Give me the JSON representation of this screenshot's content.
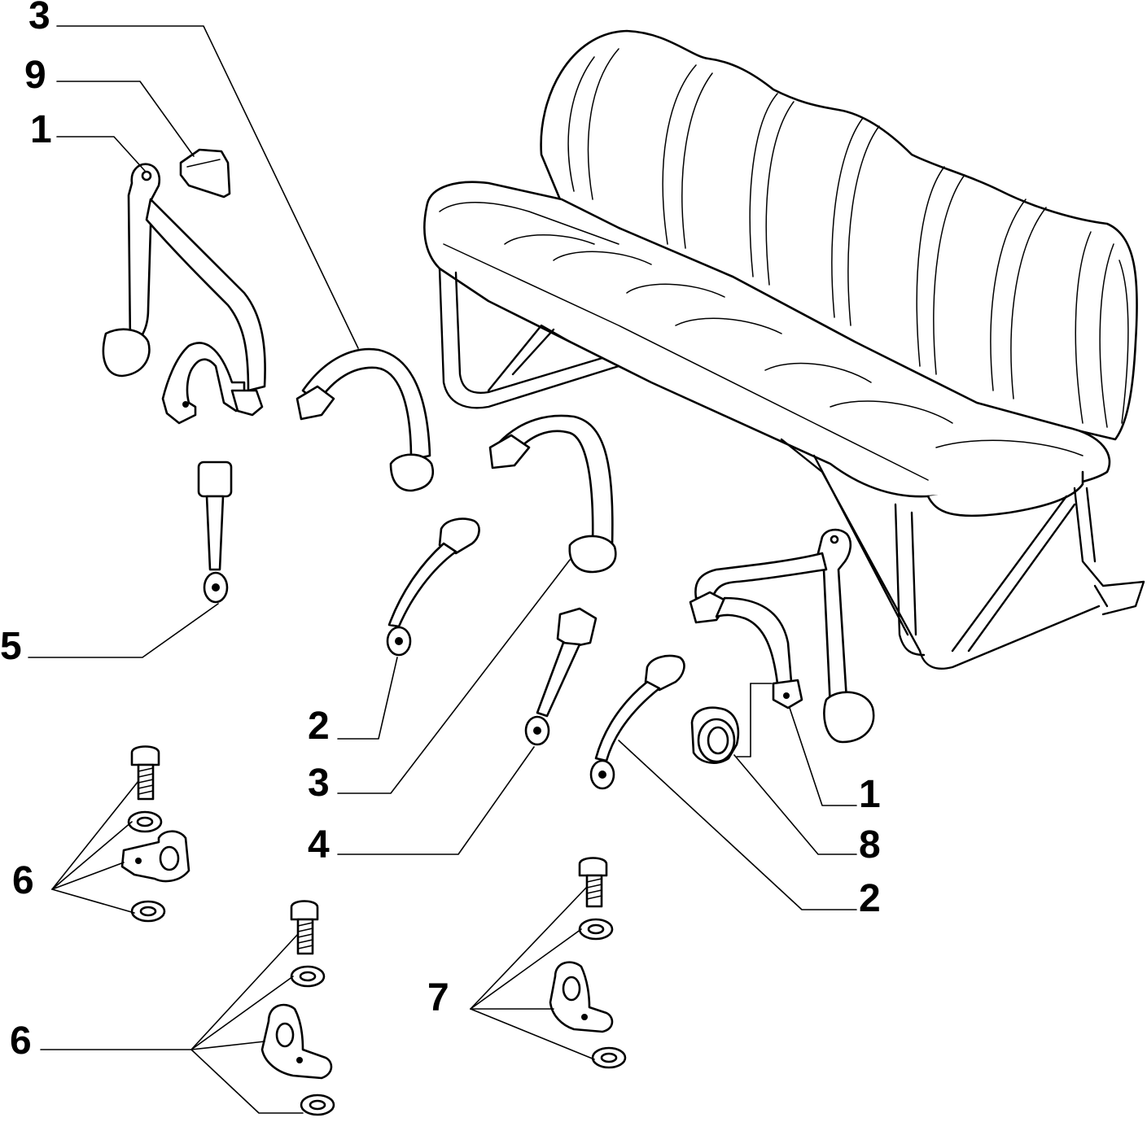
{
  "callouts": [
    {
      "id": "c3-top",
      "text": "3"
    },
    {
      "id": "c9",
      "text": "9"
    },
    {
      "id": "c1-left",
      "text": "1"
    },
    {
      "id": "c5",
      "text": "5"
    },
    {
      "id": "c2-mid",
      "text": "2"
    },
    {
      "id": "c3-mid",
      "text": "3"
    },
    {
      "id": "c4",
      "text": "4"
    },
    {
      "id": "c1-right",
      "text": "1"
    },
    {
      "id": "c8",
      "text": "8"
    },
    {
      "id": "c2-right",
      "text": "2"
    },
    {
      "id": "c6-upper",
      "text": "6"
    },
    {
      "id": "c6-lower",
      "text": "6"
    },
    {
      "id": "c7",
      "text": "7"
    }
  ]
}
